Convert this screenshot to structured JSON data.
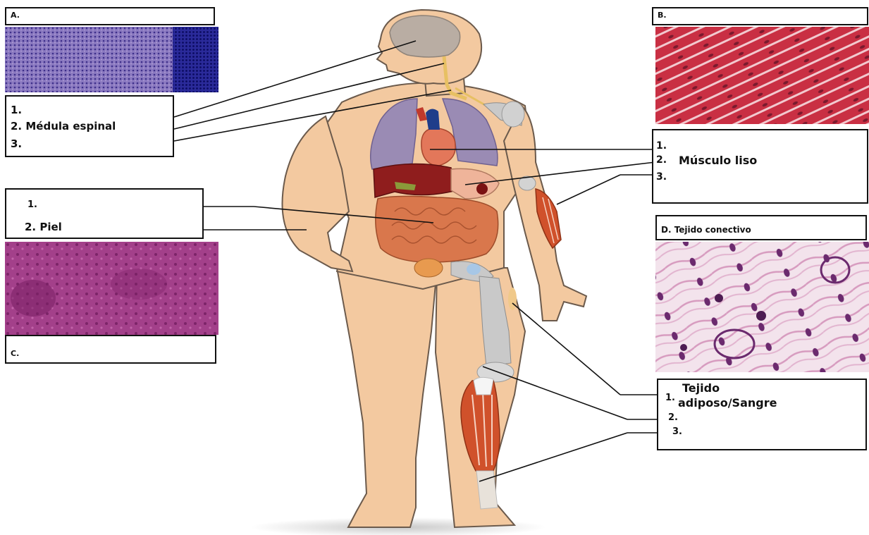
{
  "panels": {
    "a": {
      "header": "A."
    },
    "b": {
      "header": "B."
    },
    "c": {
      "header": "C."
    },
    "d": {
      "header": "D. Tejido conectivo"
    }
  },
  "labels": {
    "a": {
      "item1": "1.",
      "item2": "2. Médula espinal",
      "item3": "3."
    },
    "b": {
      "item1": "1.",
      "item2_num": "2.",
      "item2_text": "Músculo liso",
      "item3": "3."
    },
    "c": {
      "item1": "1.",
      "item2": "2. Piel"
    },
    "d": {
      "item1_num": "1.",
      "item1_line1": "Tejido",
      "item1_line2": "adiposo/Sangre",
      "item2": "2.",
      "item3": "3."
    }
  },
  "colors": {
    "skin": "#f3c9a0",
    "brain": "#b9ada3",
    "lung": "#9a8bb4",
    "liver": "#8f1d1d",
    "intestine": "#d9774c",
    "muscle": "#d0512b",
    "bone": "#c9c9c9",
    "tissue_a": "#6f5aa8",
    "tissue_b": "#c92f43",
    "tissue_c": "#a3408a",
    "tissue_d": "#e9c9dc"
  }
}
